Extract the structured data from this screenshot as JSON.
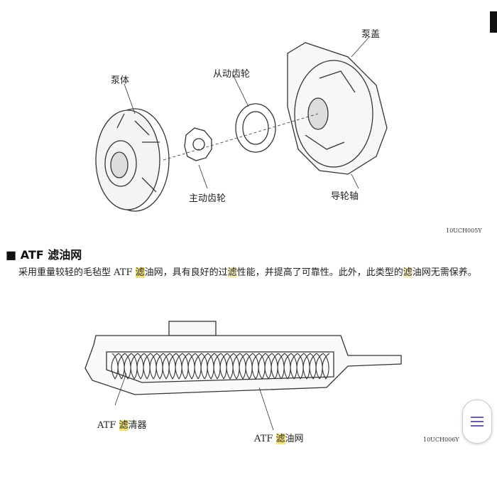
{
  "figure1": {
    "labels": {
      "pump_cover": "泵盖",
      "pump_body": "泵体",
      "driven_gear": "从动齿轮",
      "drive_gear": "主动齿轮",
      "stator_shaft": "导轮轴"
    },
    "code": "10UCH005Y"
  },
  "section": {
    "title": "ATF 滤油网",
    "para_1": "采用重量较轻的毛毡型 ATF ",
    "para_hl1": "滤",
    "para_2": "油网，具有良好的过",
    "para_hl2": "滤",
    "para_3": "性能，并提高了可靠性。此外，此类型的",
    "para_hl3": "滤",
    "para_4": "油网无需保养。"
  },
  "figure2": {
    "labels": {
      "atf_filter_prefix": "ATF ",
      "atf_filter_hl": "滤",
      "atf_filter_suffix": "清器",
      "atf_strainer_prefix": "ATF ",
      "atf_strainer_hl": "滤",
      "atf_strainer_suffix": "油网"
    },
    "code": "10UCH006Y"
  },
  "colors": {
    "highlight": "#f3e27a",
    "menu": "#6a5aa8"
  }
}
